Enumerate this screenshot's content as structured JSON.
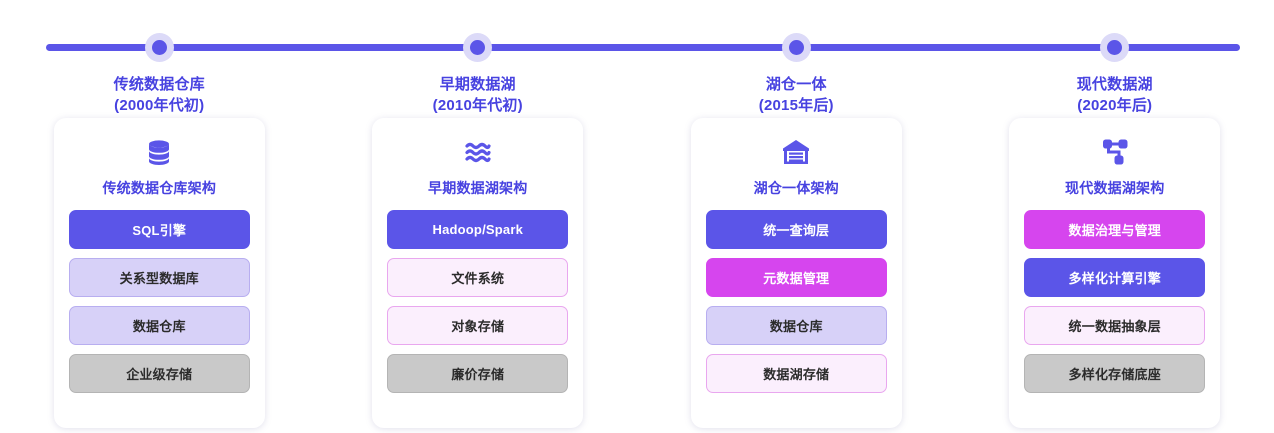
{
  "diagram": {
    "type": "timeline",
    "accent_color": "#5B55E8",
    "title_color": "#4742E0",
    "background": "#FFFFFF",
    "legend_colors": {
      "solid_purple": "#5B55E8",
      "solid_magenta": "#D645EE",
      "light_purple": "#D7D1F8",
      "light_pink": "#FBEFFD",
      "gray": "#C9C9C9"
    }
  },
  "stages": [
    {
      "node_label": "传统数据仓库",
      "era": "(2000年代初)",
      "icon": "database-cylinder-icon",
      "card_title": "传统数据仓库架构",
      "layers": [
        {
          "label": "SQL引擎",
          "style": "solid-purple"
        },
        {
          "label": "关系型数据库",
          "style": "light-purple"
        },
        {
          "label": "数据仓库",
          "style": "light-purple"
        },
        {
          "label": "企业级存储",
          "style": "gray"
        }
      ]
    },
    {
      "node_label": "早期数据湖",
      "era": "(2010年代初)",
      "icon": "water-waves-icon",
      "card_title": "早期数据湖架构",
      "layers": [
        {
          "label": "Hadoop/Spark",
          "style": "solid-purple"
        },
        {
          "label": "文件系统",
          "style": "light-pink"
        },
        {
          "label": "对象存储",
          "style": "light-pink"
        },
        {
          "label": "廉价存储",
          "style": "gray"
        }
      ]
    },
    {
      "node_label": "湖仓一体",
      "era": "(2015年后)",
      "icon": "warehouse-icon",
      "card_title": "湖仓一体架构",
      "layers": [
        {
          "label": "统一查询层",
          "style": "solid-purple"
        },
        {
          "label": "元数据管理",
          "style": "solid-magenta"
        },
        {
          "label": "数据仓库",
          "style": "light-purple"
        },
        {
          "label": "数据湖存储",
          "style": "light-pink"
        }
      ]
    },
    {
      "node_label": "现代数据湖",
      "era": "(2020年后)",
      "icon": "share-network-icon",
      "card_title": "现代数据湖架构",
      "layers": [
        {
          "label": "数据治理与管理",
          "style": "solid-magenta"
        },
        {
          "label": "多样化计算引擎",
          "style": "solid-purple"
        },
        {
          "label": "统一数据抽象层",
          "style": "light-pink"
        },
        {
          "label": "多样化存储底座",
          "style": "gray"
        }
      ]
    }
  ]
}
